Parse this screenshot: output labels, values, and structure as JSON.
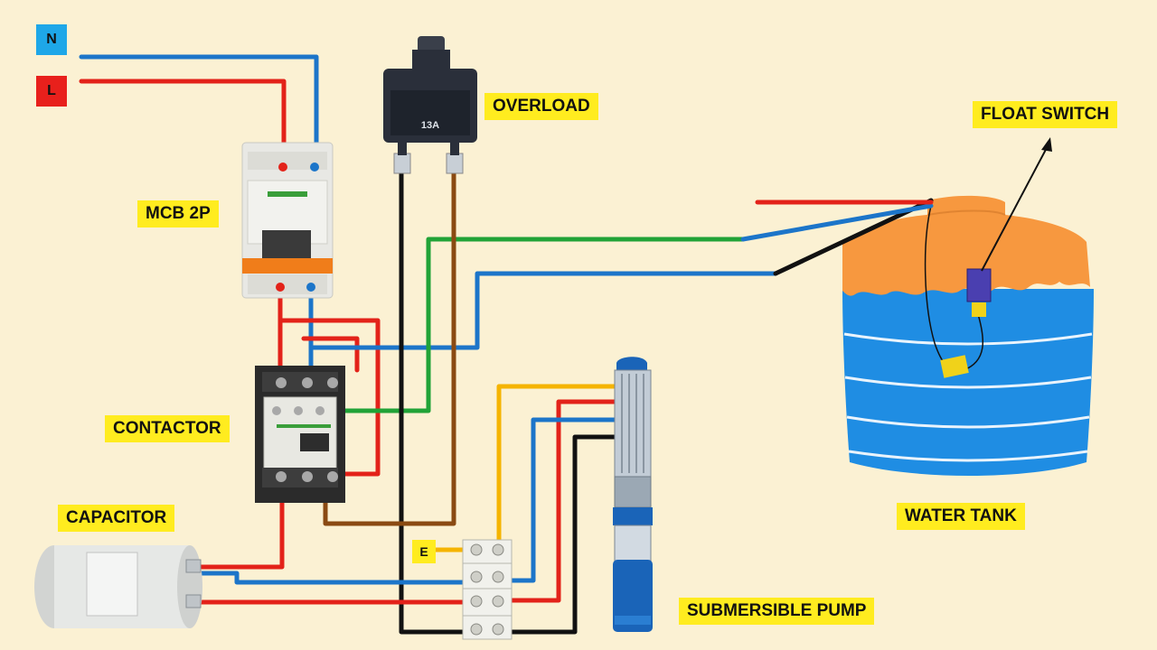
{
  "terminals": {
    "neutral": "N",
    "live": "L"
  },
  "labels": {
    "mcb": "MCB 2P",
    "overload": "OVERLOAD",
    "float_switch": "FLOAT SWITCH",
    "contactor": "CONTACTOR",
    "capacitor": "CAPACITOR",
    "water_tank": "WATER TANK",
    "submersible_pump": "SUBMERSIBLE PUMP",
    "earth": "E"
  },
  "overload_device_print": {
    "rating": "13A"
  },
  "colors": {
    "background": "#fbf1d3",
    "label_bg": "#ffec1f",
    "neutral_terminal": "#1ea7e8",
    "live_terminal": "#e8201c",
    "wire_red": "#e32219",
    "wire_blue": "#1c75c9",
    "wire_green": "#21a337",
    "wire_brown": "#8a4a12",
    "wire_black": "#111111",
    "wire_yellow": "#f5b400",
    "tank_top": "#f7983f",
    "tank_body": "#1f8de3",
    "float_switch": "#4a3fb0",
    "float_ball": "#f0d21a"
  }
}
